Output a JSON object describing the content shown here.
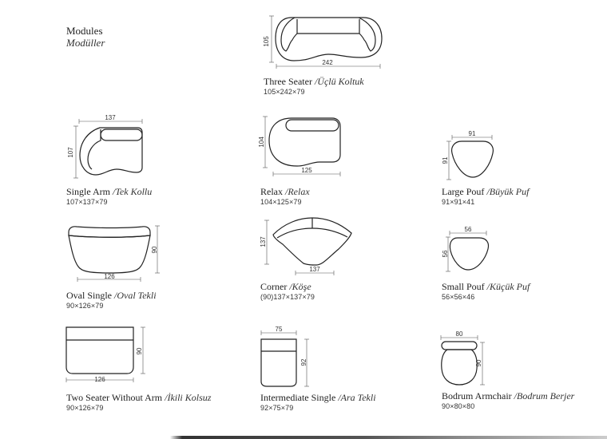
{
  "header": {
    "title": "Modules",
    "subtitle": "Modüller"
  },
  "modules": [
    {
      "name": "Three Seater",
      "name_tr": "/Üçlü Koltuk",
      "dims": "105×242×79",
      "w": "242",
      "h": "105"
    },
    {
      "name": "Single Arm",
      "name_tr": "/Tek Kollu",
      "dims": "107×137×79",
      "w": "137",
      "h": "107"
    },
    {
      "name": "Relax",
      "name_tr": "/Relax",
      "dims": "104×125×79",
      "w": "125",
      "h": "104"
    },
    {
      "name": "Large Pouf",
      "name_tr": "/Büyük Puf",
      "dims": "91×91×41",
      "w": "91",
      "h": "91"
    },
    {
      "name": "Oval Single",
      "name_tr": "/Oval Tekli",
      "dims": "90×126×79",
      "w": "126",
      "h": "90"
    },
    {
      "name": "Corner",
      "name_tr": "/Köşe",
      "dims": "(90)137×137×79",
      "w": "137",
      "h": "137"
    },
    {
      "name": "Small Pouf",
      "name_tr": "/Küçük Puf",
      "dims": "56×56×46",
      "w": "56",
      "h": "56"
    },
    {
      "name": "Two Seater Without Arm",
      "name_tr": "/İkili Kolsuz",
      "dims": "90×126×79",
      "w": "126",
      "h": "90"
    },
    {
      "name": "Intermediate Single",
      "name_tr": "/Ara Tekli",
      "dims": "92×75×79",
      "w": "75",
      "h": "92"
    },
    {
      "name": "Bodrum Armchair",
      "name_tr": "/Bodrum Berjer",
      "dims": "90×80×80",
      "w": "80",
      "h": "90"
    }
  ]
}
